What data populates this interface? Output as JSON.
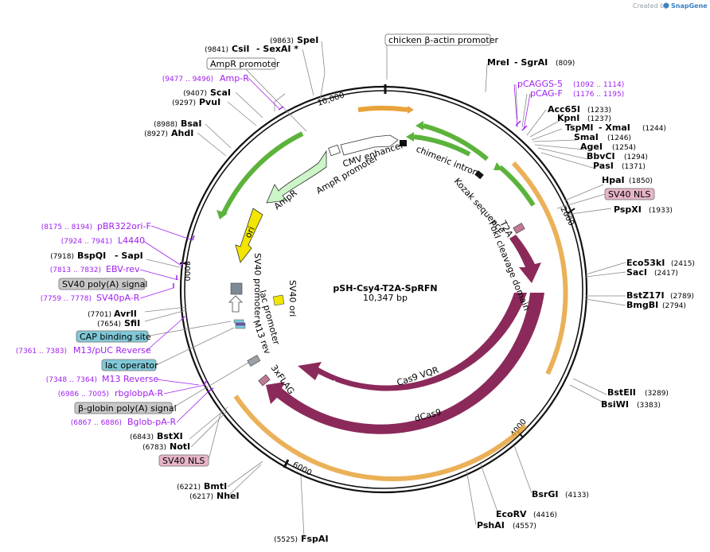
{
  "brand": {
    "created_by": "Created by",
    "name": "SnapGene"
  },
  "plasmid": {
    "name": "pSH-Csy4-T2A-SpRFN",
    "length": "10,347 bp"
  },
  "ticks": [
    "10,000",
    "2000",
    "4000",
    "6000",
    "8000"
  ],
  "sites_top": [
    {
      "pos": "(9863)",
      "name": "SpeI"
    },
    {
      "pos": "(9841)",
      "name": "CsiI",
      "extra": "- SexAI *"
    },
    {
      "pos": "(9407)",
      "name": "ScaI"
    },
    {
      "pos": "(9297)",
      "name": "PvuI"
    },
    {
      "pos": "(8988)",
      "name": "BsaI"
    },
    {
      "pos": "(8927)",
      "name": "AhdI"
    }
  ],
  "sites_right": [
    {
      "name": "MreI",
      "extra": "- SgrAI",
      "pos": "(809)"
    },
    {
      "name": "Acc65I",
      "pos": "(1233)"
    },
    {
      "name": "KpnI",
      "pos": "(1237)"
    },
    {
      "name": "TspMI",
      "extra": "- XmaI",
      "pos": "(1244)"
    },
    {
      "name": "SmaI",
      "pos": "(1246)"
    },
    {
      "name": "AgeI",
      "pos": "(1254)"
    },
    {
      "name": "BbvCI",
      "pos": "(1294)"
    },
    {
      "name": "PasI",
      "pos": "(1371)"
    },
    {
      "name": "HpaI",
      "pos": "(1850)"
    },
    {
      "name": "PspXI",
      "pos": "(1933)"
    },
    {
      "name": "Eco53kI",
      "pos": "(2415)"
    },
    {
      "name": "SacI",
      "pos": "(2417)"
    },
    {
      "name": "BstZ17I",
      "pos": "(2789)"
    },
    {
      "name": "BmgBI",
      "pos": "(2794)"
    },
    {
      "name": "BstEII",
      "pos": "(3289)"
    },
    {
      "name": "BsiWI",
      "pos": "(3383)"
    },
    {
      "name": "BsrGI",
      "pos": "(4133)"
    },
    {
      "name": "EcoRV",
      "pos": "(4416)"
    },
    {
      "name": "PshAI",
      "pos": "(4557)"
    }
  ],
  "sites_left": [
    {
      "pos": "(7918)",
      "name": "BspQI",
      "extra": "- SapI"
    },
    {
      "pos": "(7701)",
      "name": "AvrII"
    },
    {
      "pos": "(7654)",
      "name": "SfiI"
    },
    {
      "pos": "(6843)",
      "name": "BstXI"
    },
    {
      "pos": "(6783)",
      "name": "NotI"
    },
    {
      "pos": "(6221)",
      "name": "BmtI"
    },
    {
      "pos": "(6217)",
      "name": "NheI"
    },
    {
      "pos": "(5525)",
      "name": "FspAI"
    }
  ],
  "primers": [
    {
      "pos": "(9477 .. 9496)",
      "name": "Amp-R"
    },
    {
      "pos": "(1092 .. 1114)",
      "name": "pCAGGS-5"
    },
    {
      "pos": "(1176 .. 1195)",
      "name": "pCAG-F"
    },
    {
      "pos": "(8175 .. 8194)",
      "name": "pBR322ori-F"
    },
    {
      "pos": "(7924 .. 7941)",
      "name": "L4440"
    },
    {
      "pos": "(7813 .. 7832)",
      "name": "EBV-rev"
    },
    {
      "pos": "(7759 .. 7778)",
      "name": "SV40pA-R"
    },
    {
      "pos": "(7361 .. 7383)",
      "name": "M13/pUC Reverse"
    },
    {
      "pos": "(7348 .. 7364)",
      "name": "M13 Reverse"
    },
    {
      "pos": "(6986 .. 7005)",
      "name": "rbglobpA-R"
    },
    {
      "pos": "(6867 .. 6886)",
      "name": "Bglob-pA-R"
    }
  ],
  "boxed_features": [
    {
      "name": "chicken β-actin promoter"
    },
    {
      "name": "AmpR promoter"
    },
    {
      "name": "SV40 NLS"
    },
    {
      "name": "SV40 poly(A) signal"
    },
    {
      "name": "CAP binding site"
    },
    {
      "name": "lac operator"
    },
    {
      "name": "β-globin poly(A) signal"
    },
    {
      "name": "SV40 NLS"
    }
  ],
  "inner_features": [
    {
      "name": "CMV enhancer"
    },
    {
      "name": "AmpR promoter"
    },
    {
      "name": "AmpR"
    },
    {
      "name": "ori"
    },
    {
      "name": "chimeric intron"
    },
    {
      "name": "Kozak sequence"
    },
    {
      "name": "T2A"
    },
    {
      "name": "FokI cleavage domain"
    },
    {
      "name": "SV40 promoter"
    },
    {
      "name": "SV40 ori"
    },
    {
      "name": "lac promoter"
    },
    {
      "name": "M13 rev"
    },
    {
      "name": "3xFLAG"
    },
    {
      "name": "Cas9 VQR"
    },
    {
      "name": "dCas9"
    }
  ],
  "colors": {
    "backbone": "#111111",
    "cas9": "#8b2a5a",
    "orange": "#e8a33b",
    "green": "#5cb33b",
    "ori": "#f2e600",
    "primer": "#a020f0",
    "box_gray": "#c8c8c8",
    "box_teal": "#7fc8d8",
    "box_pink": "#e8b4c8"
  }
}
